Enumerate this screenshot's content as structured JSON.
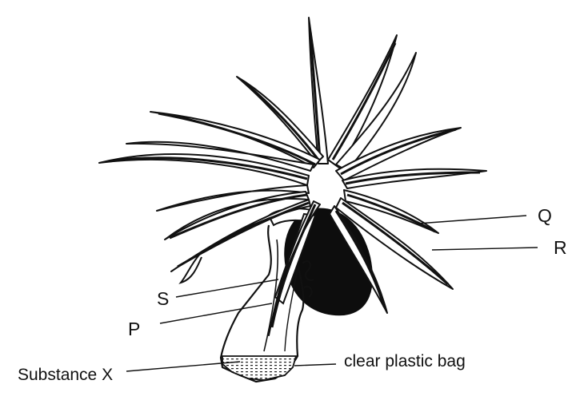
{
  "diagram": {
    "labels": {
      "q": "Q",
      "r": "R",
      "s": "S",
      "p": "P",
      "substance_x": "Substance X",
      "bag": "clear plastic bag"
    },
    "colors": {
      "ink": "#111111",
      "background": "#ffffff",
      "substance_fill": "#dddddd"
    }
  }
}
